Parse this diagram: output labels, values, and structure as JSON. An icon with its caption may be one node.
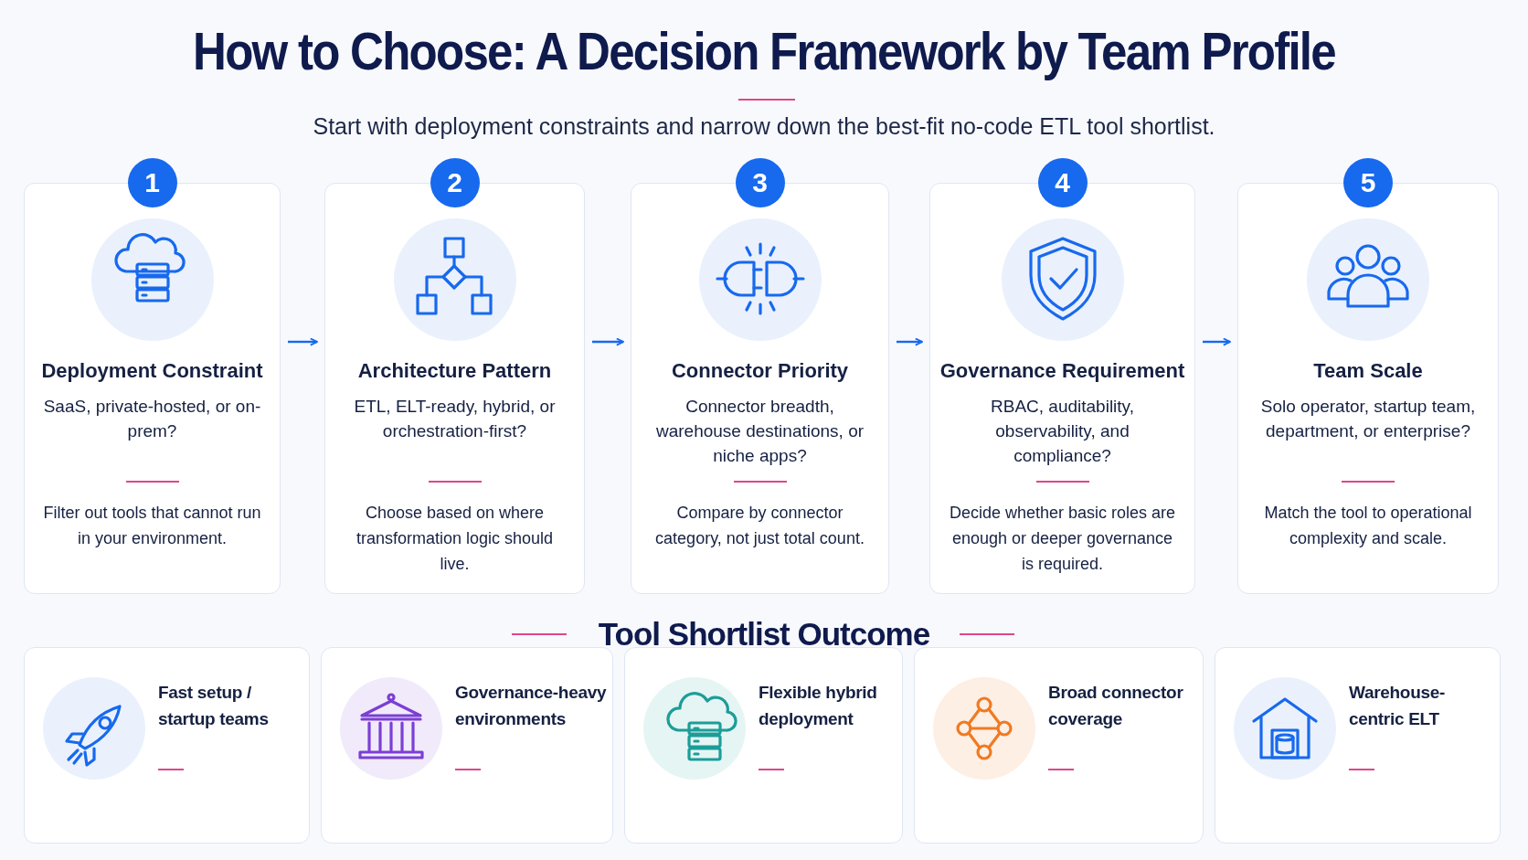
{
  "diagram": {
    "title": "How to Choose: A Decision Framework by Team Profile",
    "nodes": [
      {
        "text": [
          "1",
          "Deployment Constraint",
          "SaaS, private-hosted, or on-prem?",
          "Filter out tools that cannot run in your environment."
        ]
      },
      {
        "text": [
          "2",
          "Architecture Pattern",
          "ETL, ELT-ready, hybrid, or orchestration-first?",
          "Choose based on where transformation logic should live."
        ]
      },
      {
        "text": [
          "3",
          "Connector Priority",
          "Connector breadth, warehouse destinations, or niche apps?",
          "Compare by connector category, not just total count."
        ]
      },
      {
        "text": [
          "4",
          "Governance Requirement",
          "RBAC, auditability, observability, and compliance?",
          "Decide whether basic roles are enough or deeper governance is required."
        ]
      },
      {
        "text": [
          "5",
          "Team Scale",
          "Solo operator, startup team, department, or enterprise?",
          "Match the tool to operational complexity and scale."
        ]
      },
      {
        "text": [
          "Fast setup / startup teams"
        ]
      },
      {
        "text": [
          "Governance-heavy environments"
        ]
      },
      {
        "text": [
          "Flexible hybrid deployment"
        ]
      },
      {
        "text": [
          "Broad connector coverage"
        ]
      },
      {
        "text": [
          "Warehouse-centric ELT"
        ]
      }
    ],
    "edges": [
      {
        "from": 0,
        "to": 1,
        "arrow": "to"
      },
      {
        "from": 1,
        "to": 2,
        "arrow": "to"
      },
      {
        "from": 2,
        "to": 3,
        "arrow": "to"
      },
      {
        "from": 3,
        "to": 4,
        "arrow": "to"
      }
    ],
    "labels": [
      "Start with deployment constraints and narrow down the best-fit no-code ETL tool shortlist.",
      "Tool Shortlist Outcome"
    ]
  }
}
